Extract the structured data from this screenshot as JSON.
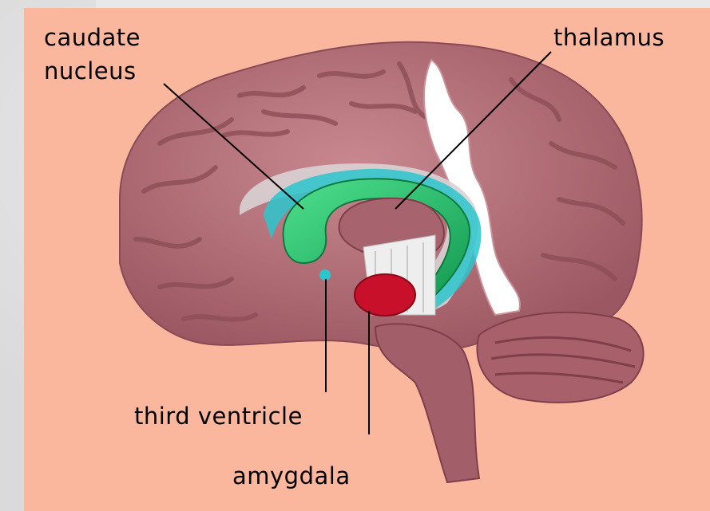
{
  "labels": {
    "caudate_line1": "caudate",
    "caudate_line2": "nucleus",
    "thalamus": "thalamus",
    "third_ventricle": "third ventricle",
    "amygdala": "amygdala"
  },
  "colors": {
    "background": "#fbb79d",
    "brain": "#b5707a",
    "caudate": "#24b56a",
    "ventricle": "#2cc5cc",
    "amygdala": "#c8102a",
    "white_matter": "#ffffff"
  }
}
